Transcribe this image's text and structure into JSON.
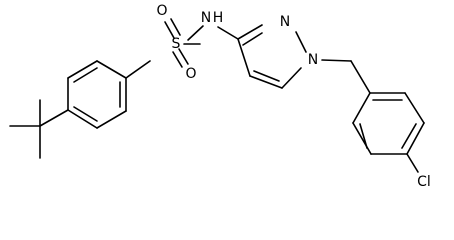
{
  "molecule": {
    "atoms": {
      "sulfur": "S",
      "oxygen_top": "O",
      "oxygen_bottom": "O",
      "amine_n": "N",
      "amine_h": "H",
      "pyrazole_n2": "N",
      "pyrazole_n1": "N",
      "chlorine": "Cl"
    },
    "colors": {
      "ink": "#000000",
      "background": "#ffffff"
    }
  }
}
